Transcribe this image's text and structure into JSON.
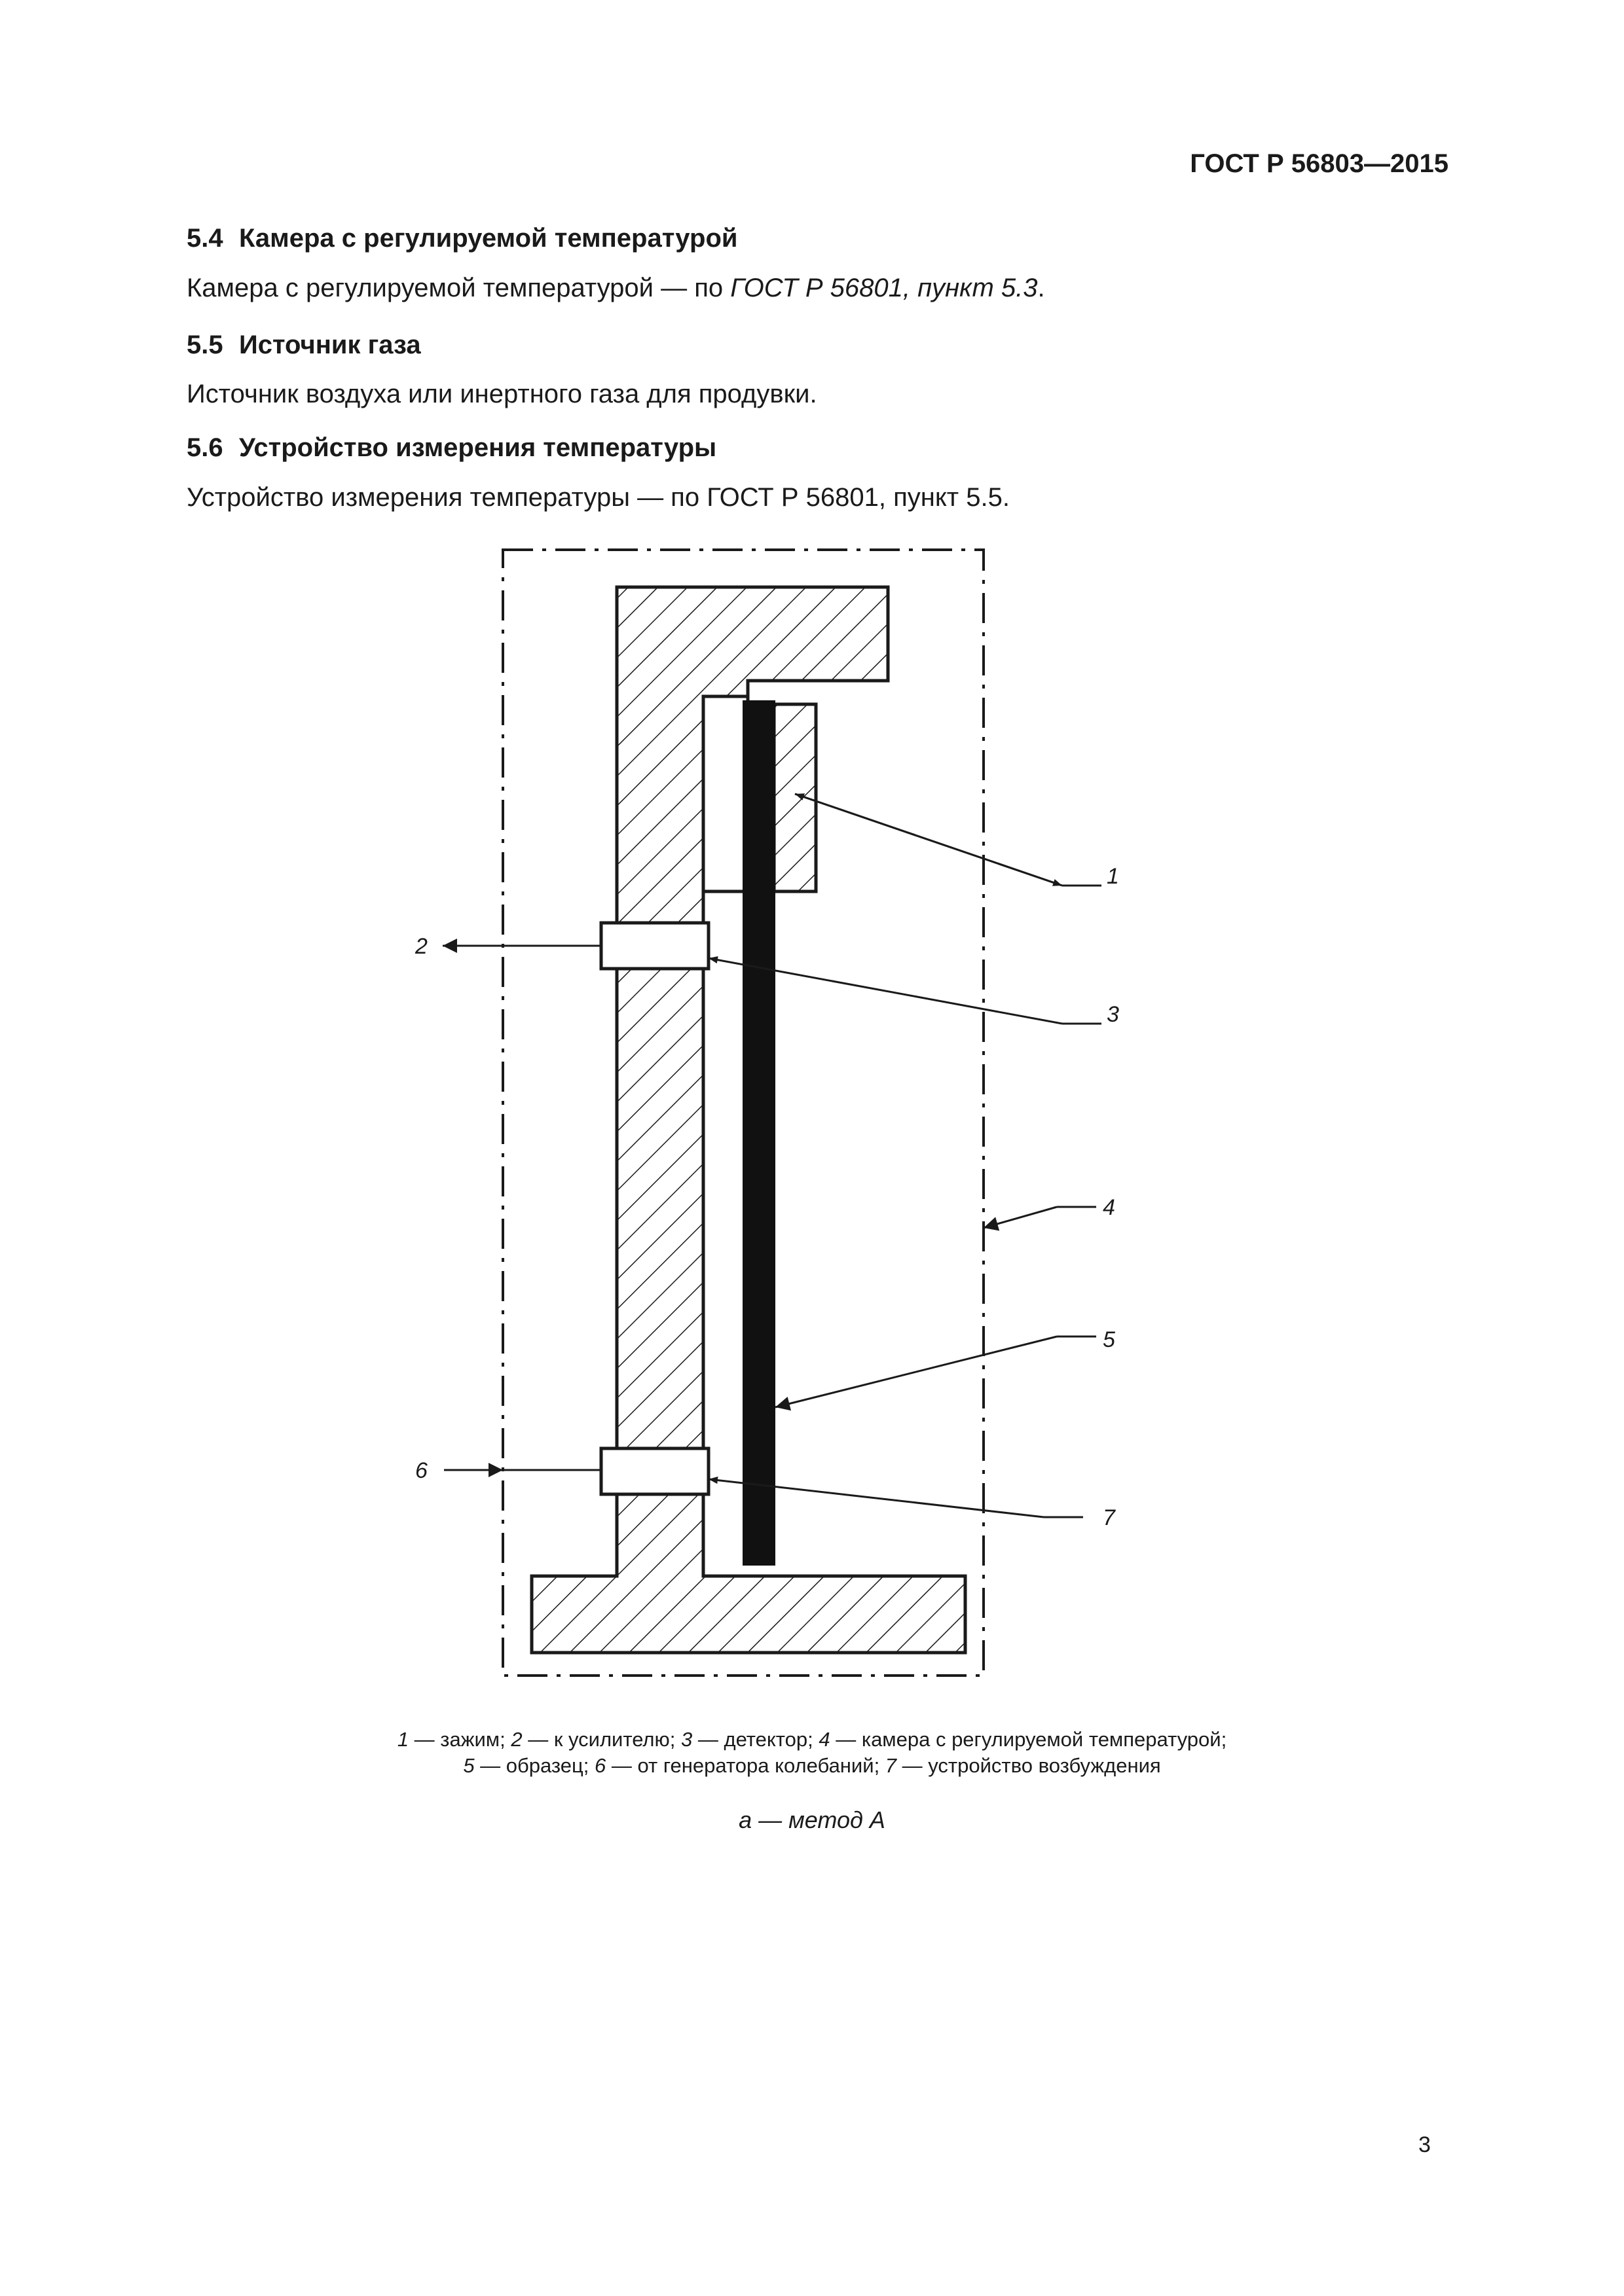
{
  "header": {
    "doc_code": "ГОСТ Р 56803—2015"
  },
  "sections": [
    {
      "number": "5.4",
      "title": "Камера с регулируемой температурой",
      "text_plain": "Камера с регулируемой температурой — по ",
      "text_italic": "ГОСТ Р 56801, пункт 5.3",
      "text_tail": "."
    },
    {
      "number": "5.5",
      "title": "Источник газа",
      "text_plain": "Источник воздуха или инертного газа для продувки.",
      "text_italic": "",
      "text_tail": ""
    },
    {
      "number": "5.6",
      "title": "Устройство измерения температуры",
      "text_plain": "Устройство измерения температуры — по ГОСТ Р 56801, пункт 5.5.",
      "text_italic": "",
      "text_tail": ""
    }
  ],
  "figure": {
    "labels": {
      "clamp": "1",
      "to_amplifier": "2",
      "detector": "3",
      "chamber": "4",
      "specimen": "5",
      "from_generator": "6",
      "exciter": "7"
    },
    "legend_line1": [
      {
        "n": "1",
        "t": " — зажим; "
      },
      {
        "n": "2",
        "t": " — к усилителю; "
      },
      {
        "n": "3",
        "t": " — детектор; "
      },
      {
        "n": "4",
        "t": " — камера с регулируемой температурой;"
      }
    ],
    "legend_line2": [
      {
        "n": "5",
        "t": " — образец; "
      },
      {
        "n": "6",
        "t": " — от генератора колебаний; "
      },
      {
        "n": "7",
        "t": " — устройство возбуждения"
      }
    ],
    "subcaption": "а — метод А"
  },
  "page_number": "3"
}
